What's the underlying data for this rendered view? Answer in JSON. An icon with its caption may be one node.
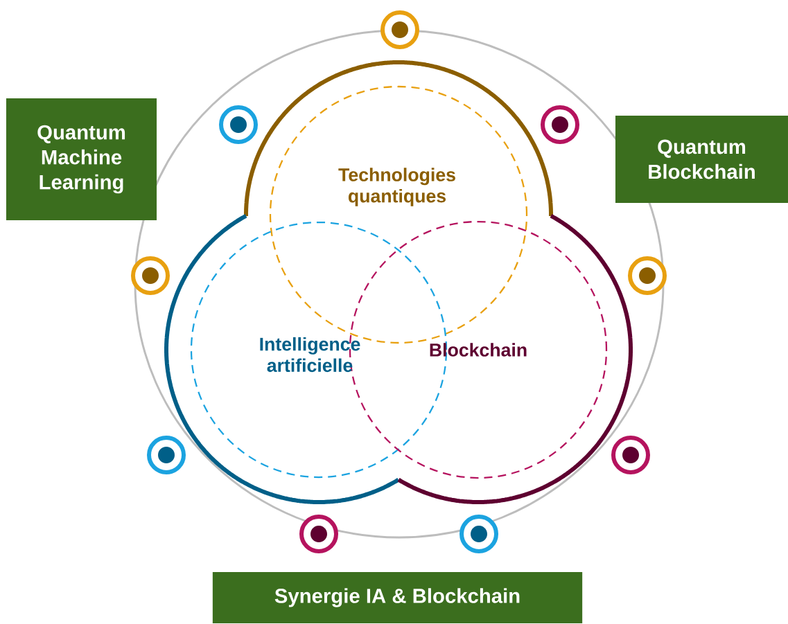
{
  "diagram": {
    "nodes": [
      {
        "text": [
          "Quantum Machine Learning"
        ]
      },
      {
        "text": [
          "Quantum Blockchain"
        ]
      },
      {
        "text": [
          "Synergie IA & Blockchain"
        ]
      },
      {
        "text": [
          "Technologies quantiques"
        ]
      },
      {
        "text": [
          "Intelligence artificielle"
        ]
      },
      {
        "text": [
          "Blockchain"
        ]
      }
    ]
  }
}
